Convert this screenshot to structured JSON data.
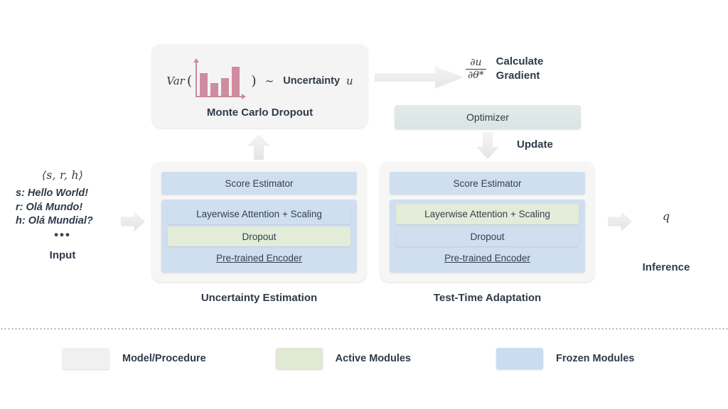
{
  "input": {
    "tuple": "⟨s, r, h⟩",
    "lines": [
      "s: Hello World!",
      "r: Olá Mundo!",
      "h: Olá Mundial?"
    ],
    "ellipsis": "•••",
    "caption": "Input"
  },
  "monte_carlo": {
    "var_label": "Var",
    "paren_open": "(",
    "paren_close": ")",
    "tilde": "~",
    "uncertainty_label": "Uncertainty",
    "u_symbol": "u",
    "caption": "Monte Carlo Dropout",
    "bar_color": "#cf8ba0",
    "axis_color": "#c98a9e"
  },
  "chart_data": {
    "type": "bar",
    "title": "Monte Carlo Dropout",
    "categories": [
      "1",
      "2",
      "3",
      "4"
    ],
    "values": [
      32,
      18,
      25,
      41
    ],
    "xlabel": "",
    "ylabel": "",
    "ylim": [
      0,
      46
    ],
    "grid": false,
    "legend": "none",
    "series_color": "#cf8ba0"
  },
  "gradient": {
    "numerator": "∂u",
    "denominator": "∂θ*",
    "caption": "Calculate\nGradient"
  },
  "optimizer": {
    "label": "Optimizer",
    "color": "#dde6e5"
  },
  "update": {
    "label": "Update"
  },
  "stacks": [
    {
      "id": "uncertainty-estimation",
      "caption": "Uncertainty  Estimation",
      "modules": [
        {
          "label": "Score Estimator",
          "state": "frozen"
        },
        {
          "label": "Layerwise Attention + Scaling",
          "state": "frozen"
        },
        {
          "label": "Dropout",
          "state": "active"
        },
        {
          "label": "Pre-trained Encoder",
          "state": "frozen"
        }
      ]
    },
    {
      "id": "test-time-adaptation",
      "caption": "Test-Time Adaptation",
      "modules": [
        {
          "label": "Score Estimator",
          "state": "frozen"
        },
        {
          "label": "Layerwise Attention + Scaling",
          "state": "active"
        },
        {
          "label": "Dropout",
          "state": "frozen"
        },
        {
          "label": "Pre-trained Encoder",
          "state": "frozen"
        }
      ]
    }
  ],
  "inference": {
    "symbol": "q",
    "caption": "Inference"
  },
  "legend": {
    "items": [
      {
        "label": "Model/Procedure",
        "color": "#f0f0f0"
      },
      {
        "label": "Active Modules",
        "color": "#dfe9d4"
      },
      {
        "label": "Frozen Modules",
        "color": "#cadcef"
      }
    ]
  },
  "colors": {
    "frozen": "#cfdff0",
    "active": "#e2ecd8",
    "panel": "#f4f4f4",
    "stack_bg": "#f6f6f5",
    "text": "#2f3a49",
    "arrow": "#ececec"
  }
}
